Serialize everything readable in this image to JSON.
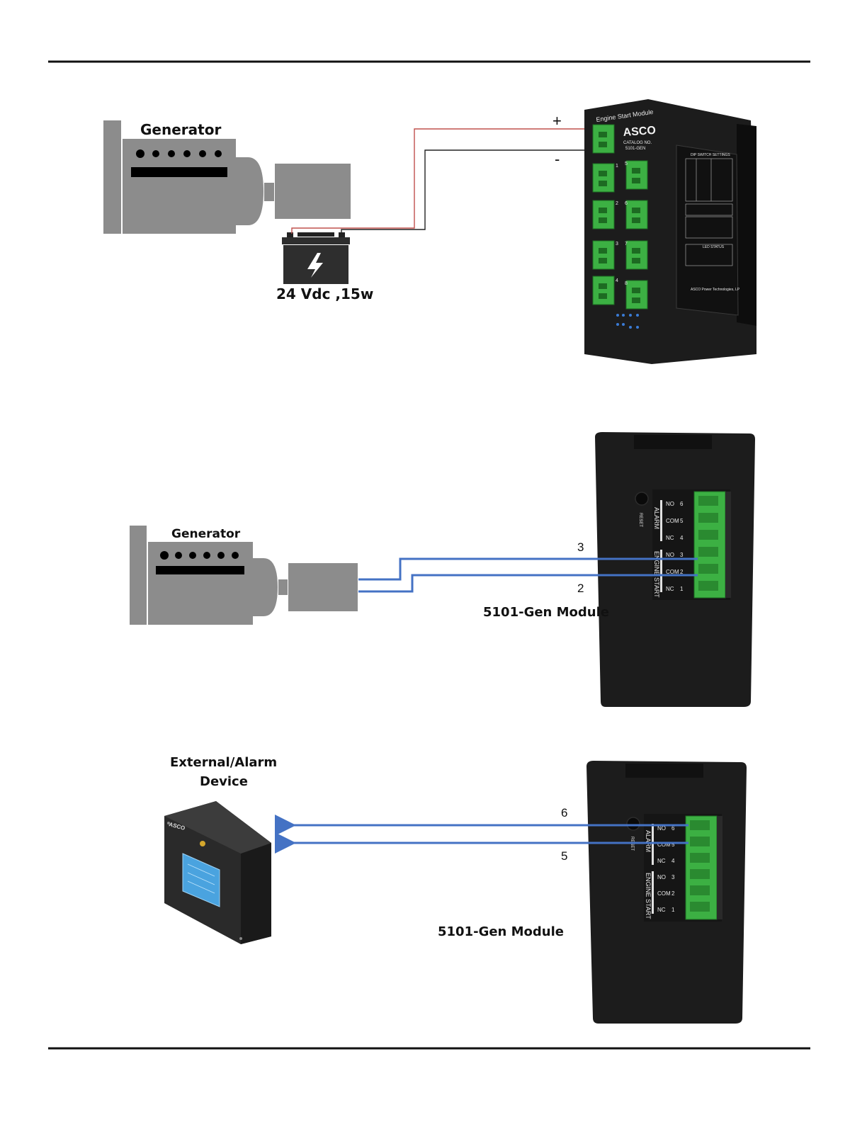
{
  "diagram1": {
    "generator_label": "Generator",
    "battery_label": "24 Vdc ,15w",
    "plus_sign": "+",
    "minus_sign": "-",
    "module": {
      "header": "Engine Start Module",
      "brand": "ASCO",
      "catalog_label": "CATALOG NO.",
      "catalog_number": "5101-GEN",
      "terminal_numbers": [
        "1",
        "2",
        "3",
        "4",
        "5",
        "6",
        "7",
        "8"
      ],
      "dip_title": "DIP SWITCH SETTINGS",
      "led_title": "LED STATUS",
      "footer": "ASCO Power Technologies, LP"
    }
  },
  "diagram2": {
    "generator_label": "Generator",
    "wire_top_label": "3",
    "wire_bottom_label": "2",
    "module_label": "5101-Gen Module",
    "terminal_block": {
      "reset": "RESET",
      "alarm": "ALARM",
      "engine_start": "ENGINE START",
      "rows": [
        {
          "name": "NO",
          "num": "6"
        },
        {
          "name": "COM",
          "num": "5"
        },
        {
          "name": "NC",
          "num": "4"
        },
        {
          "name": "NO",
          "num": "3"
        },
        {
          "name": "COM",
          "num": "2"
        },
        {
          "name": "NC",
          "num": "1"
        }
      ]
    }
  },
  "diagram3": {
    "device_label_line1": "External/Alarm",
    "device_label_line2": "Device",
    "device_brand": "ASCO",
    "wire_top_label": "6",
    "wire_bottom_label": "5",
    "module_label": "5101-Gen Module"
  },
  "colors": {
    "wire_blue": "#4472c4",
    "wire_red": "#c0504d",
    "terminal_green": "#3cb043",
    "module_black": "#1c1c1c",
    "generator_gray": "#8c8c8c"
  }
}
